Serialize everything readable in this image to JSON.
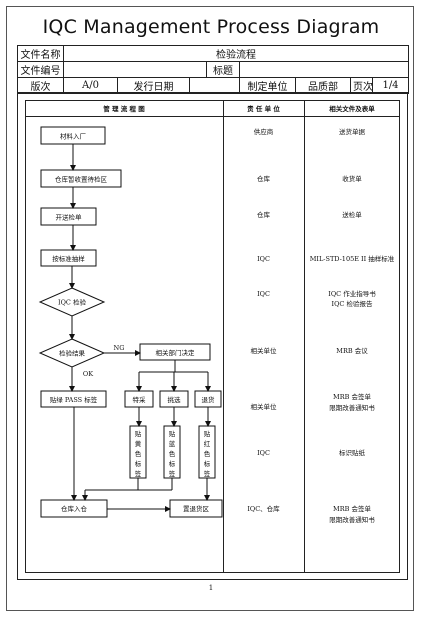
{
  "document": {
    "title": "IQC Management Process Diagram",
    "page_number": "1"
  },
  "header": {
    "doc_name_label": "文件名称",
    "doc_name_value": "检验流程",
    "doc_no_label": "文件编号",
    "doc_no_value": "",
    "subject_label": "标题",
    "subject_value": "",
    "version_label": "版次",
    "version_value": "A/0",
    "issue_date_label": "发行日期",
    "issue_date_value": "",
    "dept_label": "制定单位",
    "dept_value": "品质部",
    "page_label": "页次",
    "page_value": "1/4"
  },
  "columns": {
    "flow": "管  理  流  程  图",
    "responsible": "责  任  单  位",
    "docs": "相关文件及表单"
  },
  "flow": {
    "n1": "材料入厂",
    "n2": "仓库暂收置待检区",
    "n3": "开送检单",
    "n4": "按标准抽样",
    "d1": "IQC 检验",
    "d2": "检验结果",
    "ng": "NG",
    "ok": "OK",
    "r1": "相关部门决定",
    "b1": "特采",
    "b2": "挑选",
    "b3": "退货",
    "t1": "贴黄色标签",
    "t2": "贴蓝色标签",
    "t3": "贴红色标签",
    "pass": "贴绿 PASS 标签",
    "in_stock": "仓库入仓",
    "ret_area": "置退货区"
  },
  "rows": [
    {
      "resp": "供应商",
      "docs": [
        "送货单据"
      ]
    },
    {
      "resp": "仓库",
      "docs": [
        "收货单"
      ]
    },
    {
      "resp": "仓库",
      "docs": [
        "送检单"
      ]
    },
    {
      "resp": "IQC",
      "docs": [
        "MIL-STD-105E II 抽样标准"
      ]
    },
    {
      "resp": "IQC",
      "docs": [
        "IQC 作业指导书",
        "IQC 检验报告"
      ]
    },
    {
      "resp": "相关单位",
      "docs": [
        "MRB 会议"
      ]
    },
    {
      "resp": "相关单位",
      "docs": [
        "MRB 会签单",
        "限期改善通知书"
      ]
    },
    {
      "resp": "IQC",
      "docs": [
        "标识贴纸"
      ]
    },
    {
      "resp": "IQC、仓库",
      "docs": [
        "MRB 会签单",
        "限期改善通知书"
      ]
    }
  ]
}
